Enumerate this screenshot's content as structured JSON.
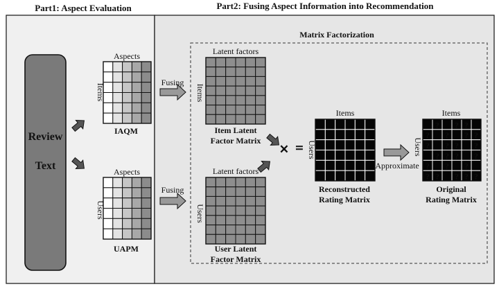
{
  "part1": {
    "title": "Part1: Aspect Evaluation"
  },
  "part2": {
    "title": "Part2: Fusing Aspect Information into Recommendation"
  },
  "review": {
    "line1": "Review",
    "line2": "Text"
  },
  "iaqm": {
    "top": "Aspects",
    "side": "Items",
    "name": "IAQM"
  },
  "uapm": {
    "top": "Aspects",
    "side": "Users",
    "name": "UAPM"
  },
  "fusing_top": "Fusing",
  "fusing_bottom": "Fusing",
  "mf": {
    "title": "Matrix Factorization"
  },
  "item_latent": {
    "top": "Latent factors",
    "side": "Items",
    "name1": "Item Latent",
    "name2": "Factor Matrix"
  },
  "user_latent": {
    "top": "Latent factors",
    "side": "Users",
    "name1": "User Latent",
    "name2": "Factor Matrix"
  },
  "reconstructed": {
    "top": "Items",
    "side": "Users",
    "name1": "Reconstructed",
    "name2": "Rating Matrix"
  },
  "approximate": "Approximate",
  "original": {
    "top": "Items",
    "side": "Users",
    "name1": "Original",
    "name2": "Rating Matrix",
    "unknown_mark": "?"
  },
  "operators": {
    "times": "×",
    "equals": "="
  },
  "colors": {
    "part1_bg": "#f0f0f0",
    "part2_bg": "#e6e6e6",
    "review_fill": "#7a7a7a",
    "latent_fill": "#8e8e8e",
    "arrow_fill": "#999999"
  }
}
